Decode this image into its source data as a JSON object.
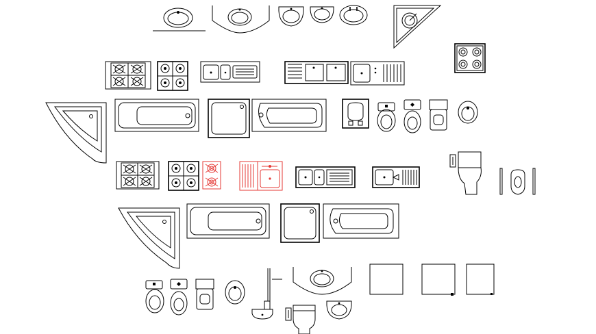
{
  "colors": {
    "background": "#ffffff",
    "line": "#000000",
    "highlight": "#e53935"
  },
  "symbols": [
    {
      "name": "washbasin-top-view",
      "group": "washbasins"
    },
    {
      "name": "counter-washbasin",
      "group": "washbasins"
    },
    {
      "name": "pedestal-washbasin",
      "group": "washbasins"
    },
    {
      "name": "corner-washbasin",
      "group": "washbasins"
    },
    {
      "name": "cooktop-4-burner",
      "group": "kitchen"
    },
    {
      "name": "kitchen-sink-with-drainboard",
      "group": "kitchen"
    },
    {
      "name": "double-bowl-sink",
      "group": "kitchen"
    },
    {
      "name": "corner-bathtub",
      "group": "baths"
    },
    {
      "name": "rectangular-bathtub",
      "group": "baths"
    },
    {
      "name": "shower-tray",
      "group": "baths"
    },
    {
      "name": "squat-toilet",
      "group": "toilets"
    },
    {
      "name": "wc-top-view",
      "group": "toilets"
    },
    {
      "name": "wc-side-view",
      "group": "toilets"
    },
    {
      "name": "urinal",
      "group": "toilets"
    },
    {
      "name": "red-highlighted-cooktop",
      "group": "kitchen"
    },
    {
      "name": "red-highlighted-sink",
      "group": "kitchen"
    },
    {
      "name": "square-cabinet",
      "group": "furniture"
    }
  ]
}
